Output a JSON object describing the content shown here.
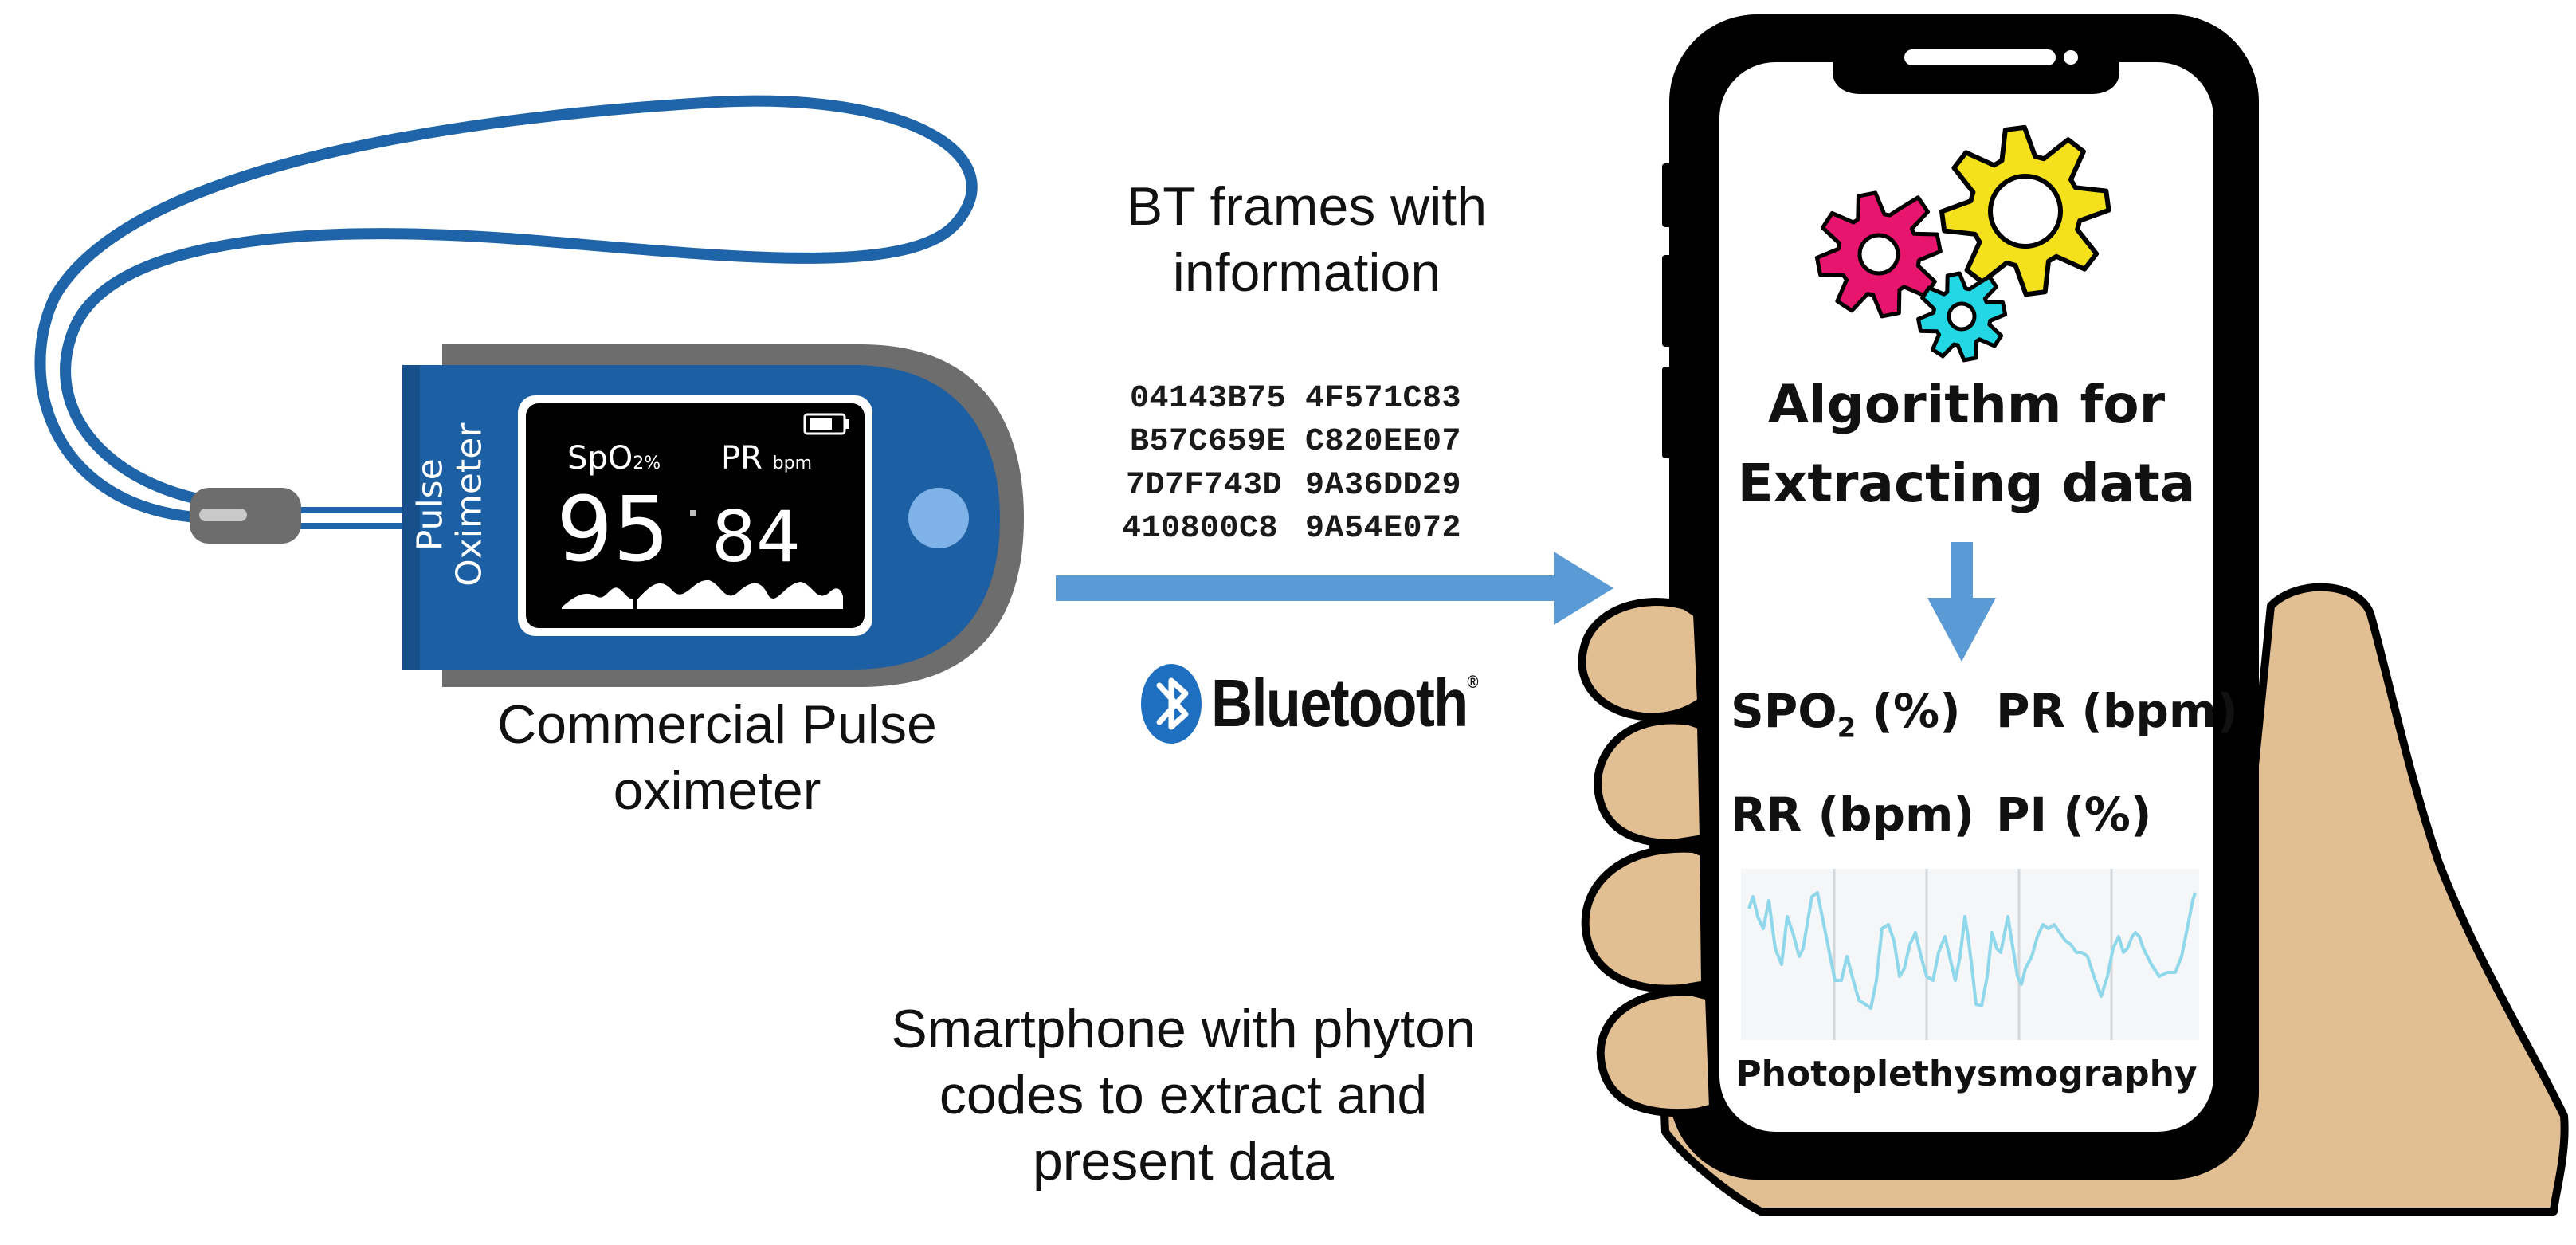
{
  "oximeter": {
    "caption_line1": "Commercial Pulse",
    "caption_line2": "oximeter",
    "brand_line1": "Pulse",
    "brand_line2": "Oximeter",
    "spo2_label": "SpO",
    "spo2_unit": "2%",
    "pr_label": "PR",
    "pr_unit": "bpm",
    "spo2_value": "95",
    "pr_value": "84"
  },
  "transmission": {
    "caption_line1": "BT frames with",
    "caption_line2": "information",
    "frames": [
      [
        "04143B75",
        "4F571C83"
      ],
      [
        "B57C659E",
        "C820EE07"
      ],
      [
        "7D7F743D",
        "9A36DD29"
      ],
      [
        "410800C8",
        "9A54E072"
      ]
    ],
    "bluetooth_word": "Bluetooth",
    "bluetooth_mark": "®"
  },
  "phone": {
    "algorithm_line1": "Algorithm for",
    "algorithm_line2": "Extracting data",
    "metric_spo2_prefix": "SPO",
    "metric_spo2_sub": "2",
    "metric_spo2_suffix": " (%)",
    "metric_pr": "PR (bpm)",
    "metric_rr": "RR (bpm)",
    "metric_pi": "PI (%)",
    "ppg_label": "Photoplethysmography",
    "caption_line1": "Smartphone with phyton",
    "caption_line2": "codes to extract and",
    "caption_line3": "present data"
  },
  "colors": {
    "device_blue": "#1d5fa3",
    "device_gray": "#6d6d6d",
    "lanyard": "#1f64a8",
    "arrow": "#5b9bd5",
    "gear_magenta": "#e8156e",
    "gear_yellow": "#f4e01b",
    "gear_cyan": "#22d6e3",
    "hand": "#e2be93",
    "waveform": "#8fd7ea",
    "bluetooth_blue": "#1f6fc0"
  },
  "icons": [
    "gear-icon",
    "bluetooth-icon",
    "battery-icon",
    "down-arrow-icon",
    "right-arrow-icon"
  ]
}
